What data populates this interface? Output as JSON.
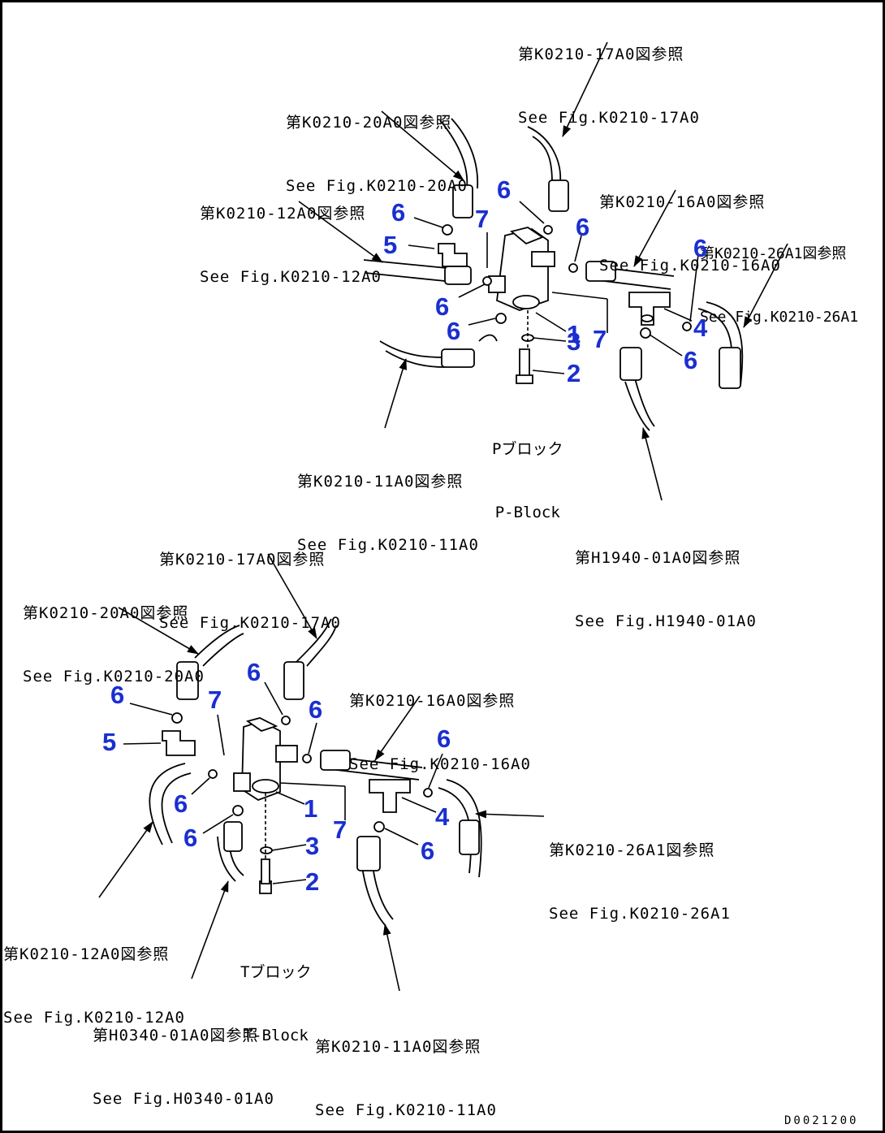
{
  "diagram": {
    "figure_code": "D0021200",
    "upper": {
      "block_label_jp": "Pブロック",
      "block_label_en": "P-Block",
      "refs": [
        {
          "id": "ref-17a0",
          "jp": "第K0210-17A0図参照",
          "en": "See Fig.K0210-17A0"
        },
        {
          "id": "ref-20a0",
          "jp": "第K0210-20A0図参照",
          "en": "See Fig.K0210-20A0"
        },
        {
          "id": "ref-16a0",
          "jp": "第K0210-16A0図参照",
          "en": "See Fig.K0210-16A0"
        },
        {
          "id": "ref-12a0",
          "jp": "第K0210-12A0図参照",
          "en": "See Fig.K0210-12A0"
        },
        {
          "id": "ref-26a1",
          "jp": "第K0210-26A1図参照",
          "en": "See Fig.K0210-26A1"
        },
        {
          "id": "ref-11a0",
          "jp": "第K0210-11A0図参照",
          "en": "See Fig.K0210-11A0"
        },
        {
          "id": "ref-h1940",
          "jp": "第H1940-01A0図参照",
          "en": "See Fig.H1940-01A0"
        }
      ],
      "callouts": [
        "6",
        "7",
        "6",
        "5",
        "6",
        "6",
        "1",
        "3",
        "7",
        "2",
        "6",
        "6",
        "4",
        "6"
      ]
    },
    "lower": {
      "block_label_jp": "Tブロック",
      "block_label_en": "T-Block",
      "refs": [
        {
          "id": "ref-17a0",
          "jp": "第K0210-17A0図参照",
          "en": "See Fig.K0210-17A0"
        },
        {
          "id": "ref-20a0",
          "jp": "第K0210-20A0図参照",
          "en": "See Fig.K0210-20A0"
        },
        {
          "id": "ref-16a0",
          "jp": "第K0210-16A0図参照",
          "en": "See Fig.K0210-16A0"
        },
        {
          "id": "ref-26a1",
          "jp": "第K0210-26A1図参照",
          "en": "See Fig.K0210-26A1"
        },
        {
          "id": "ref-12a0",
          "jp": "第K0210-12A0図参照",
          "en": "See Fig.K0210-12A0"
        },
        {
          "id": "ref-h0340",
          "jp": "第H0340-01A0図参照",
          "en": "See Fig.H0340-01A0"
        },
        {
          "id": "ref-11a0",
          "jp": "第K0210-11A0図参照",
          "en": "See Fig.K0210-11A0"
        }
      ],
      "callouts": [
        "6",
        "6",
        "7",
        "6",
        "5",
        "6",
        "6",
        "6",
        "1",
        "3",
        "7",
        "4",
        "2",
        "6"
      ]
    }
  }
}
